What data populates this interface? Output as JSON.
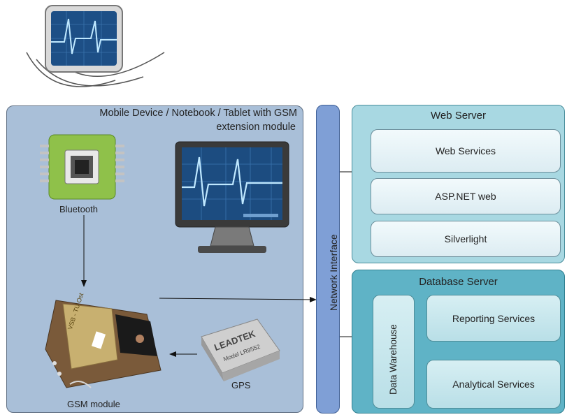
{
  "mobile": {
    "title_line1": "Mobile Device / Notebook / Tablet with GSM",
    "title_line2": "extension module",
    "bluetooth_label": "Bluetooth",
    "gsm_label": "GSM module",
    "gps_label": "GPS",
    "gps_chip_brand": "LEADTEK",
    "gps_chip_model": "Model LR9552",
    "gsm_chip_text": "VSB - TU Ost"
  },
  "network": {
    "label": "Network Interface"
  },
  "web_server": {
    "title": "Web Server",
    "items": [
      "Web Services",
      "ASP.NET web",
      "Silverlight"
    ]
  },
  "database_server": {
    "title": "Database Server",
    "warehouse": "Data Warehouse",
    "items": [
      "Reporting Services",
      "Analytical Services"
    ]
  },
  "colors": {
    "mobile_panel": "#a9bfd8",
    "network_bar": "#7f9fd6",
    "web_panel": "#a8d8e2",
    "db_panel": "#5fb3c6"
  }
}
